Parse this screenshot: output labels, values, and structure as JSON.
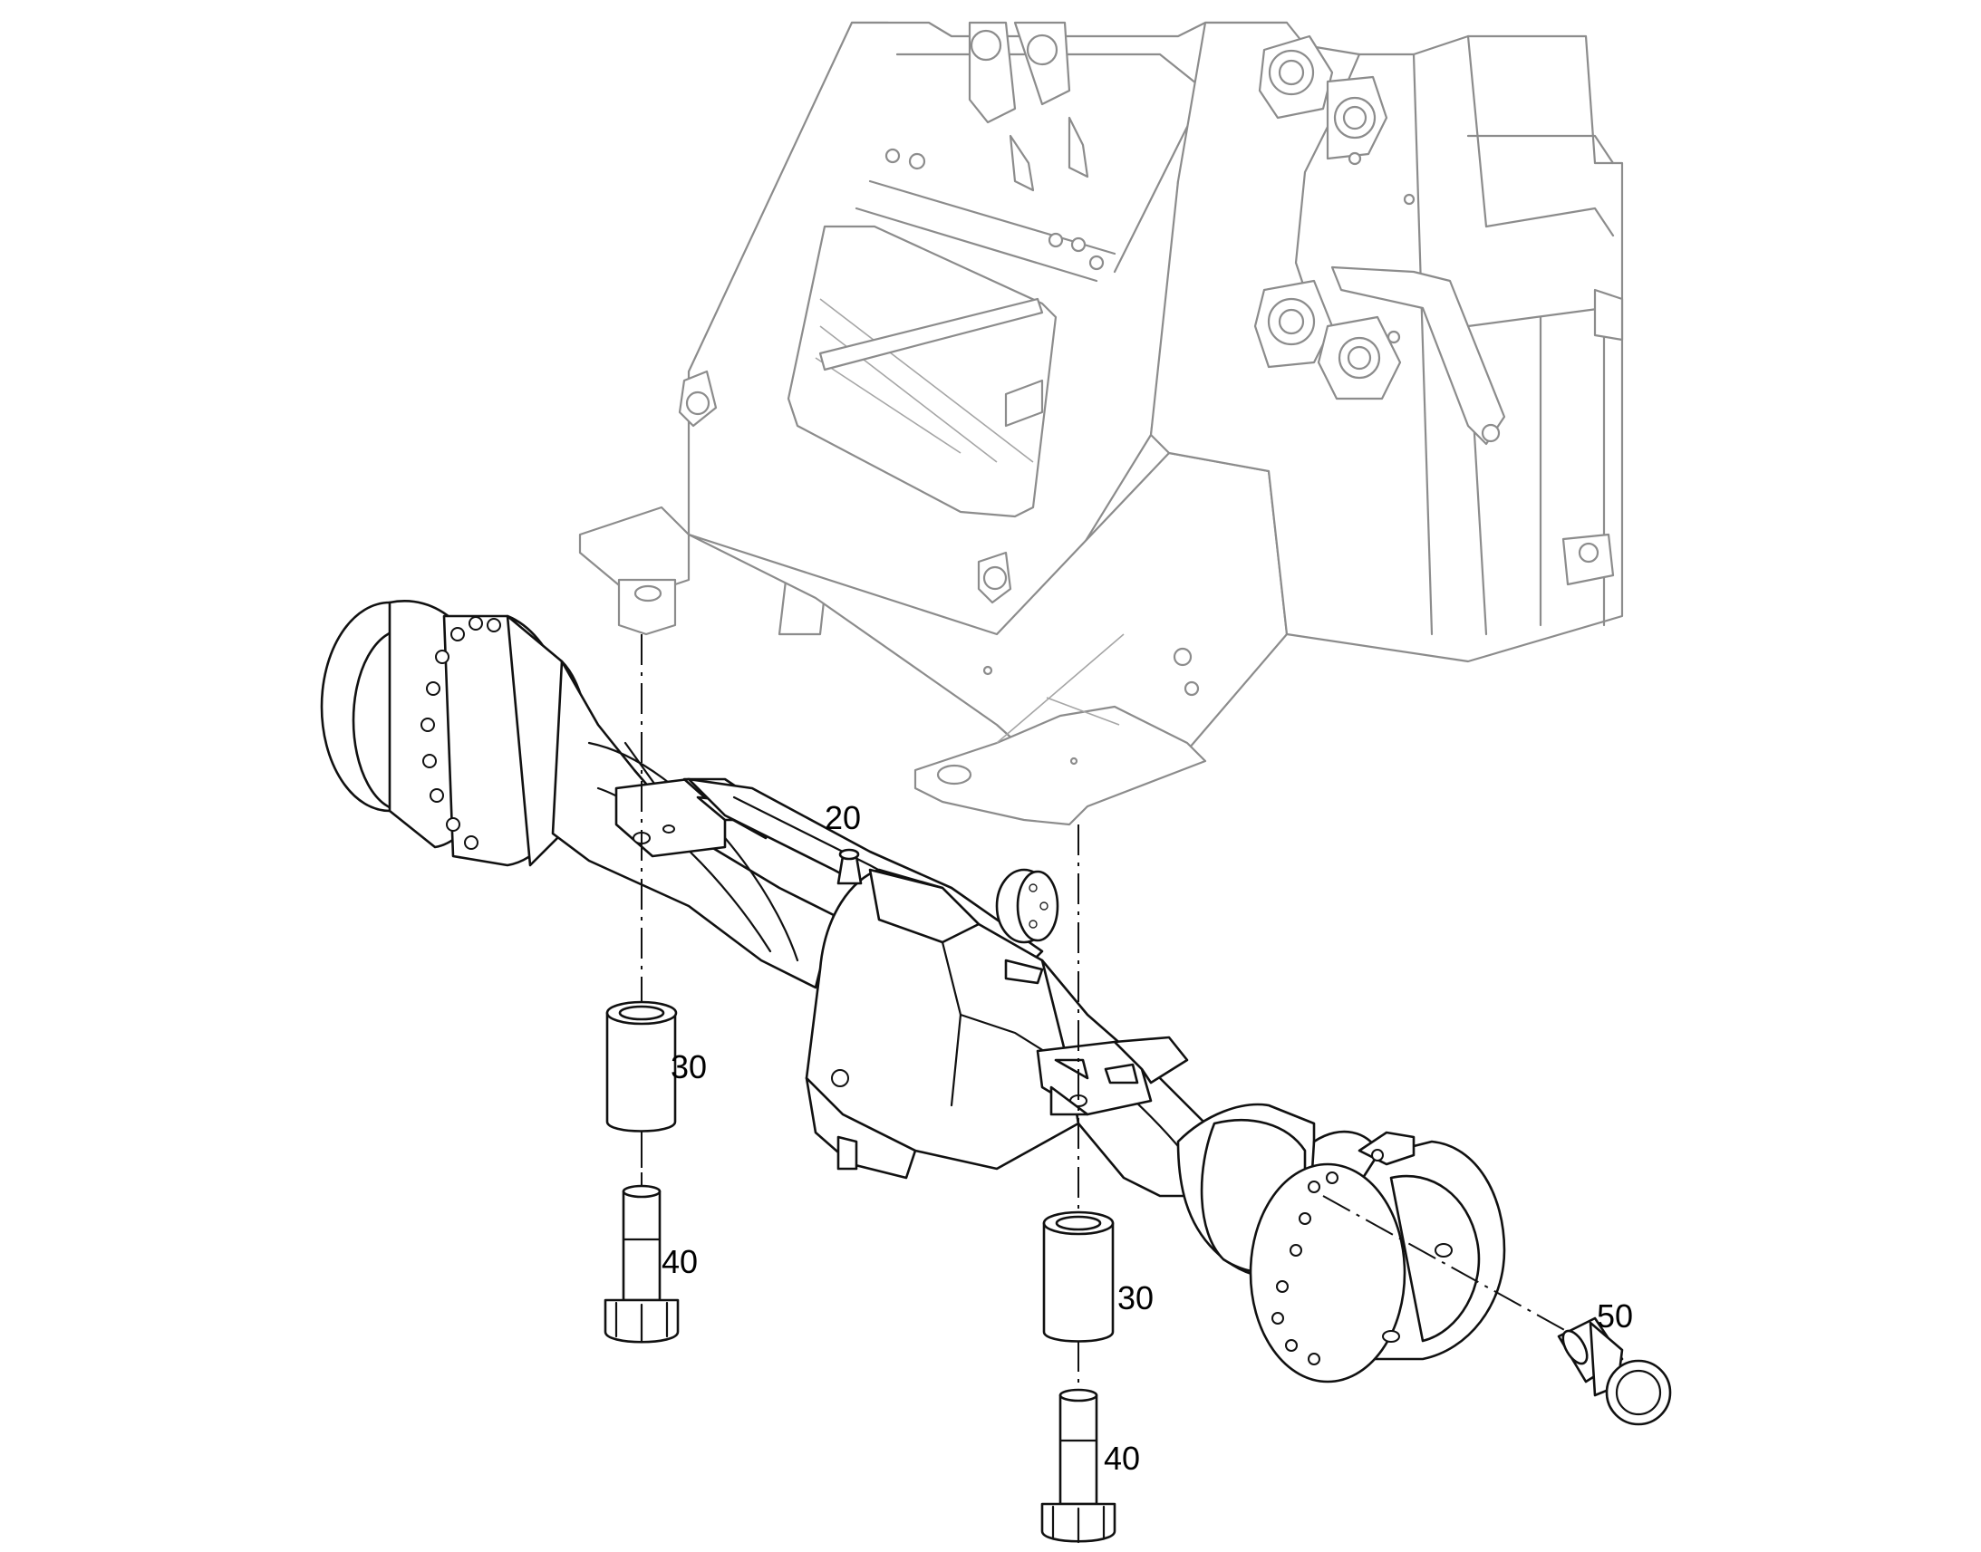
{
  "callouts": {
    "axle": "20",
    "bushing_left": "30",
    "bushing_right": "30",
    "bolt_left": "40",
    "bolt_right": "40",
    "plug": "50"
  }
}
